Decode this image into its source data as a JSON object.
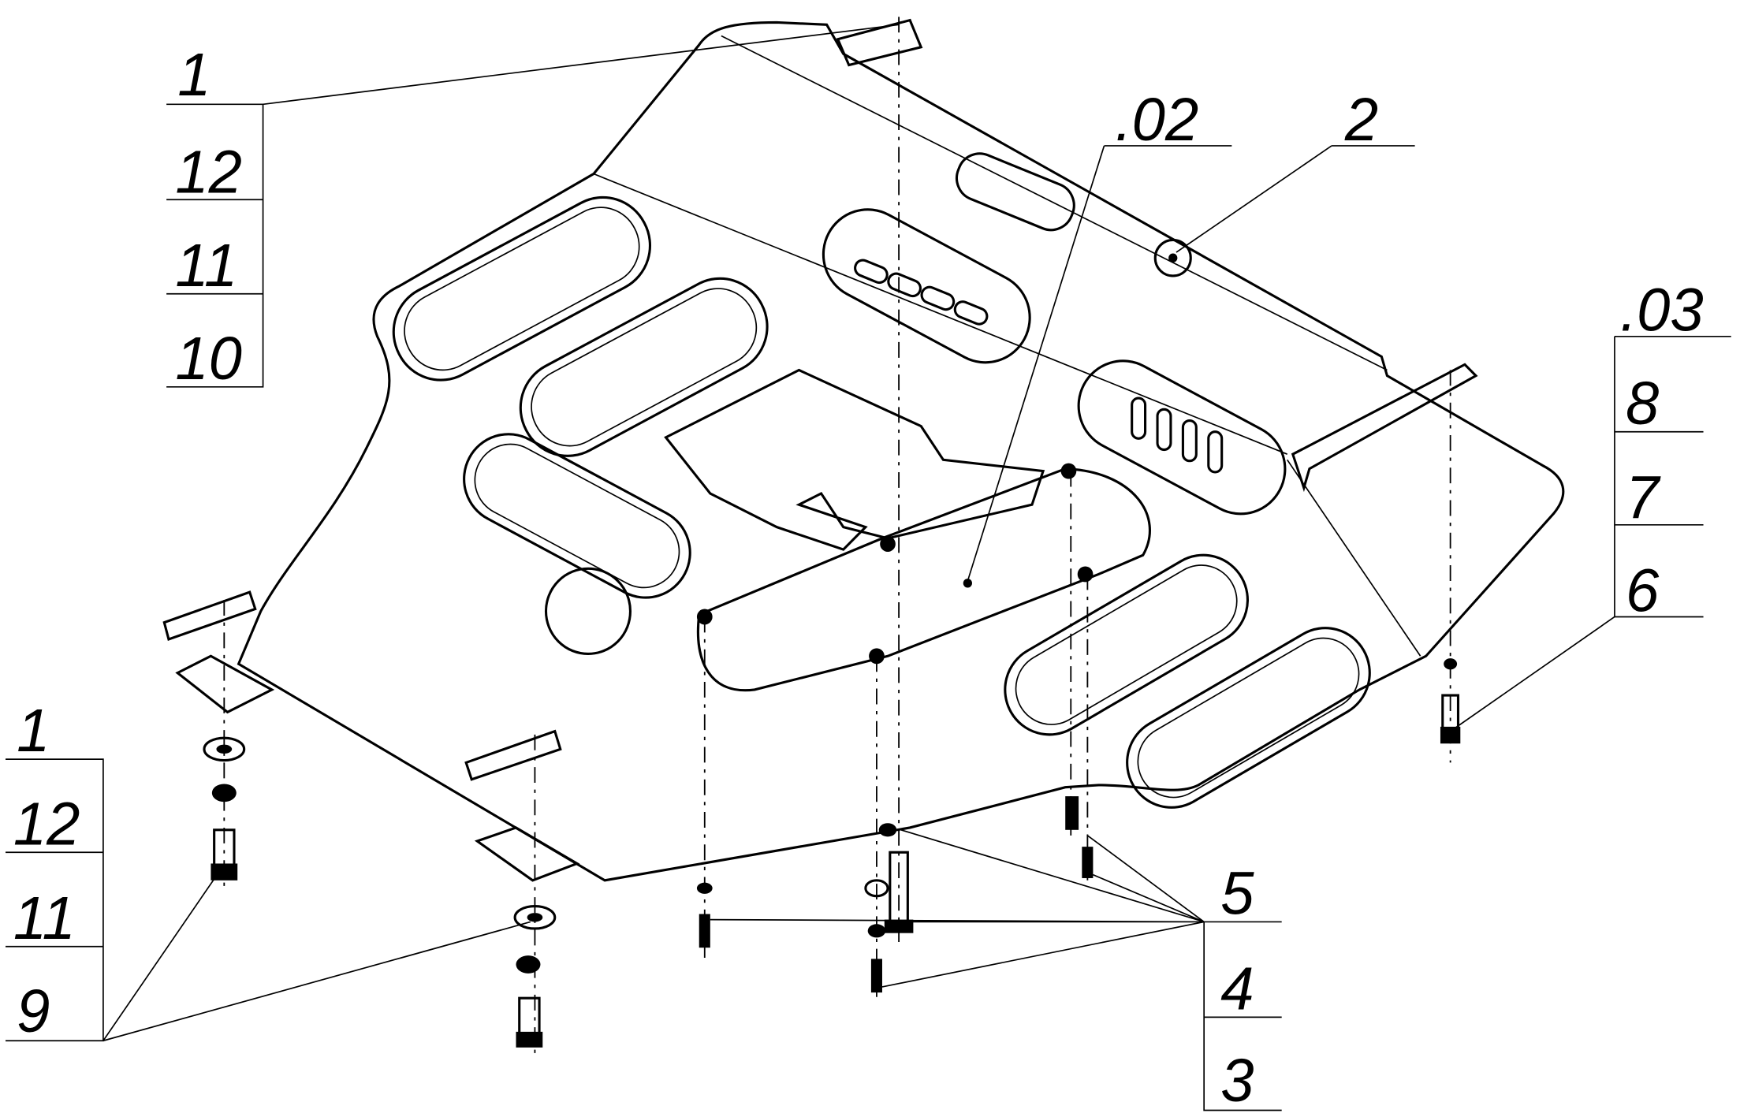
{
  "drawing": {
    "callouts": {
      "top_left": [
        "1",
        "12",
        "11",
        "10"
      ],
      "bottom_left": [
        "1",
        "12",
        "11",
        "9"
      ],
      "right": [
        ".03",
        "8",
        "7",
        "6"
      ],
      "bottom": [
        "5",
        "4",
        "3"
      ],
      "part_02": ".02",
      "part_2": "2"
    }
  }
}
